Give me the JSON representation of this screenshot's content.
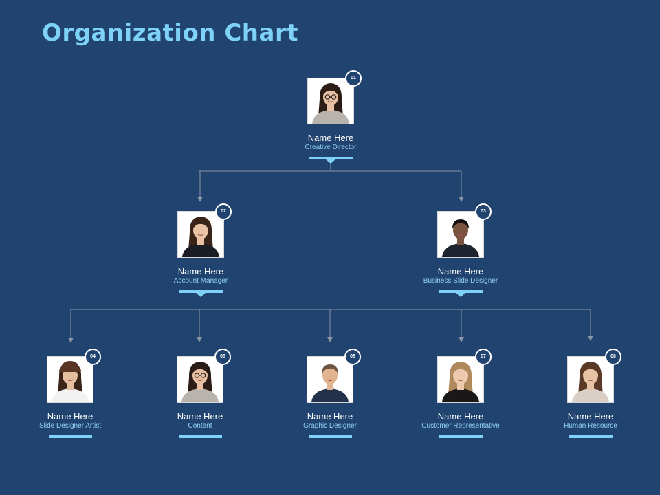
{
  "title": "Organization Chart",
  "colors": {
    "background": "#21436f",
    "accent": "#7fd2f7",
    "connector": "#8c96a4"
  },
  "members": [
    {
      "number": "01",
      "name": "Name Here",
      "role": "Creative Director",
      "portrait": "woman-glasses-portrait"
    },
    {
      "number": "02",
      "name": "Name Here",
      "role": "Account Manager",
      "portrait": "woman-smiling-portrait"
    },
    {
      "number": "03",
      "name": "Name Here",
      "role": "Business Slide Designer",
      "portrait": "woman-suit-portrait"
    },
    {
      "number": "04",
      "name": "Name Here",
      "role": "Slide Designer Artist",
      "portrait": "woman-hat-portrait"
    },
    {
      "number": "05",
      "name": "Name Here",
      "role": "Content",
      "portrait": "woman-glasses-portrait"
    },
    {
      "number": "06",
      "name": "Name Here",
      "role": "Graphic Designer",
      "portrait": "man-smiling-portrait"
    },
    {
      "number": "07",
      "name": "Name Here",
      "role": "Customer Representative",
      "portrait": "woman-blonde-portrait"
    },
    {
      "number": "08",
      "name": "Name Here",
      "role": "Human Resource",
      "portrait": "woman-longhair-portrait"
    }
  ]
}
